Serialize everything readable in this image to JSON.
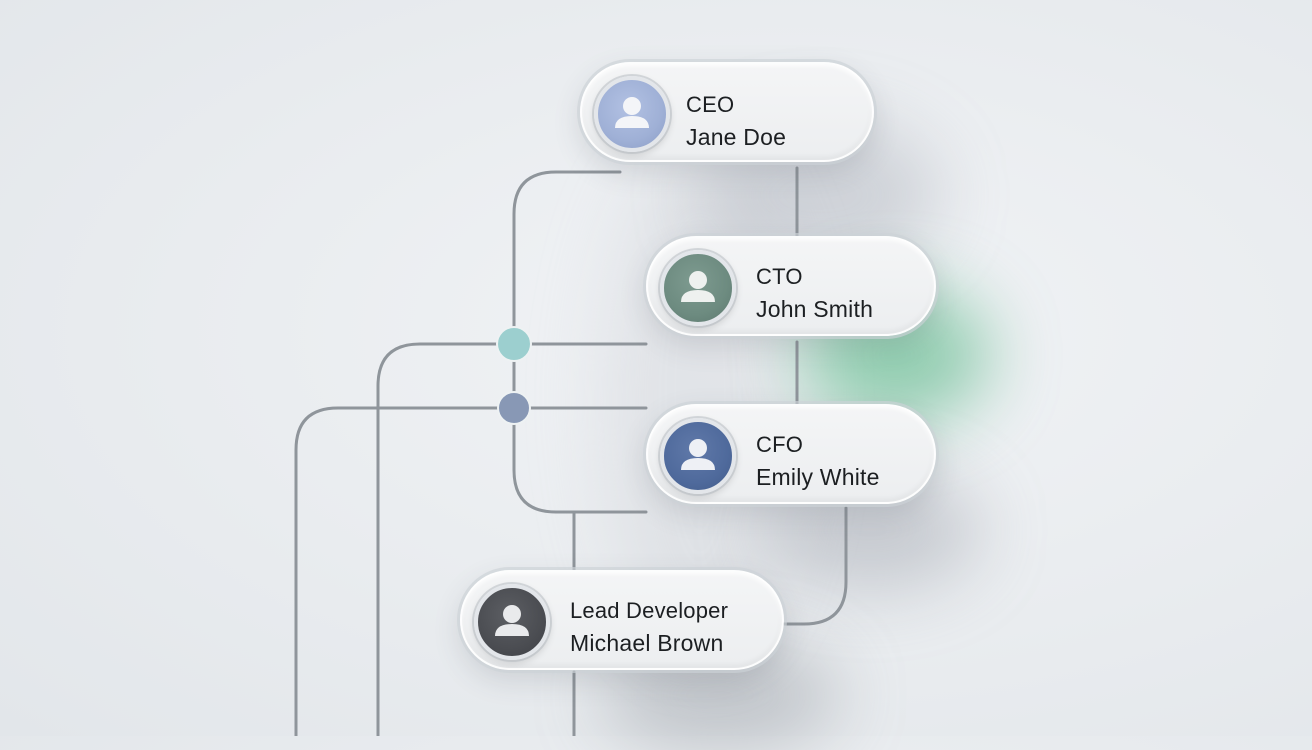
{
  "org_chart": {
    "nodes": [
      {
        "id": "ceo",
        "role": "CEO",
        "name": "Jane Doe",
        "avatar_color": "#9fb0d6"
      },
      {
        "id": "cto",
        "role": "CTO",
        "name": "John Smith",
        "avatar_color": "#6d8b80"
      },
      {
        "id": "cfo",
        "role": "CFO",
        "name": "Emily White",
        "avatar_color": "#4f6a9c"
      },
      {
        "id": "lead",
        "role": "Lead Developer",
        "name": "Michael Brown",
        "avatar_color": "#4b4d52"
      }
    ]
  },
  "colors": {
    "connector_line": "#8f959b",
    "junction_teal": "#9ccfcf",
    "junction_slate": "#8898b5",
    "glow_green": "#46af78"
  }
}
